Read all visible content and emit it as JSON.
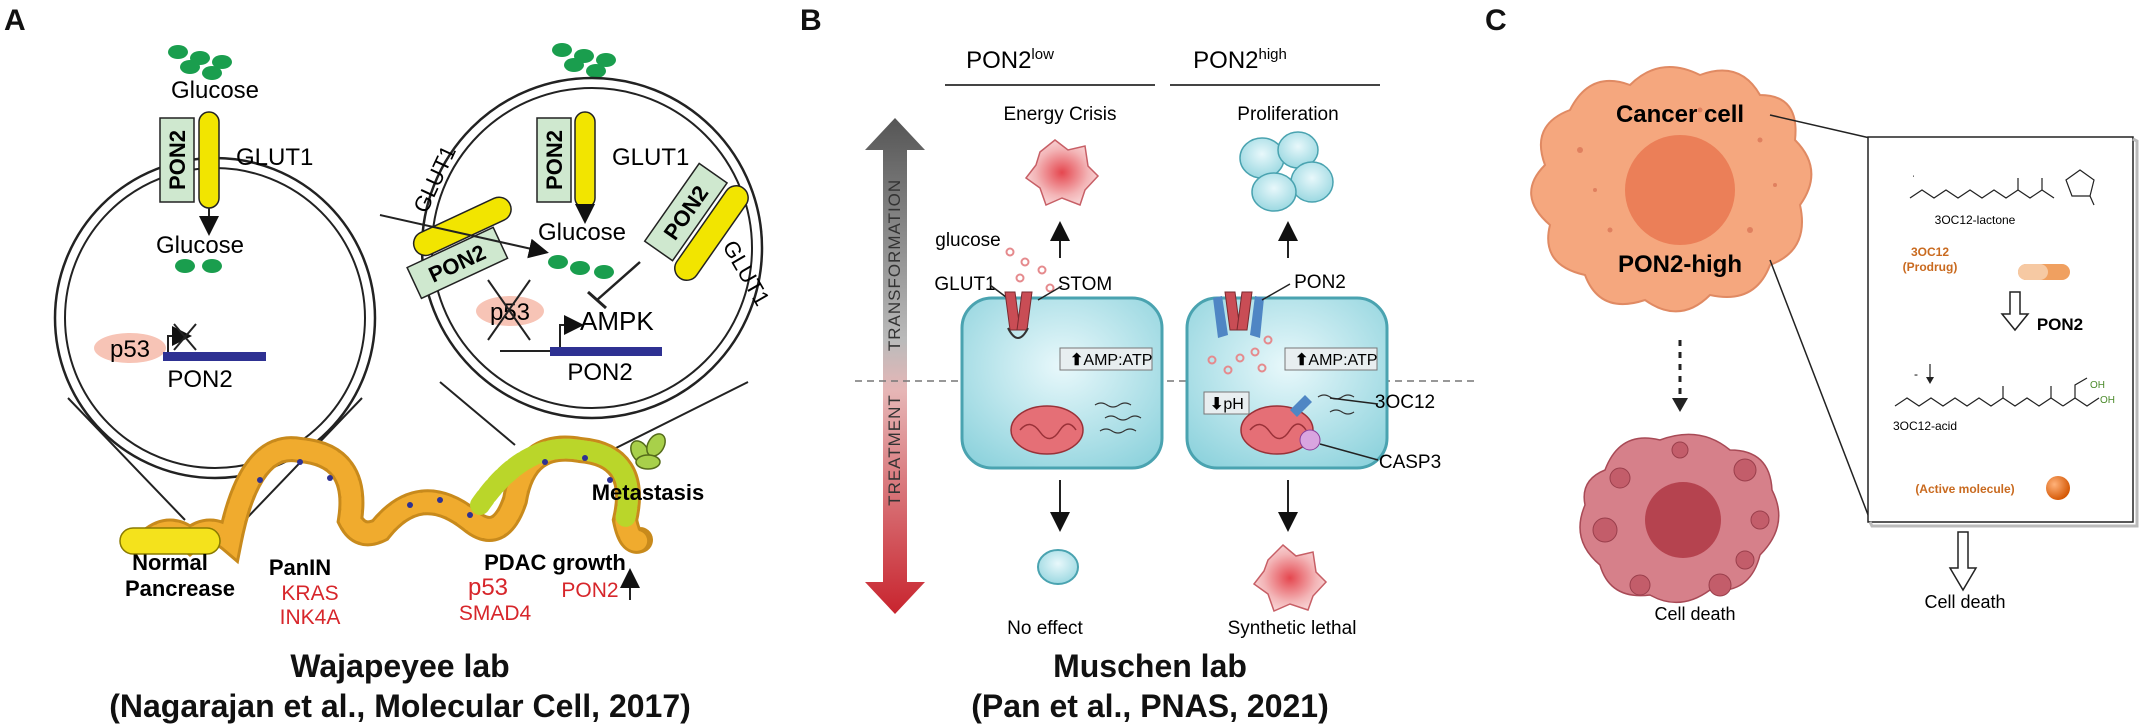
{
  "panels": {
    "a": {
      "letter": "A",
      "caption_line1": "Wajapeyee lab",
      "caption_line2": "(Nagarajan et al., Molecular Cell, 2017)",
      "left_cell": {
        "glucose_top": "Glucose",
        "pon2_box": "PON2",
        "glut1": "GLUT1",
        "glucose_inside": "Glucose",
        "p53": "p53",
        "gene": "PON2"
      },
      "right_cell": {
        "glucose_top": "Glucose",
        "pon2_box_top": "PON2",
        "glut1_top": "GLUT1",
        "glut1_left": "GLUT1",
        "pon2_box_left": "PON2",
        "glucose_inside": "Glucose",
        "pon2_box_right": "PON2",
        "glut1_right": "GLUT1",
        "p53": "p53",
        "ampk": "AMPK",
        "gene": "PON2"
      },
      "tissue": {
        "normal_line1": "Normal",
        "normal_line2": "Pancrease",
        "panin": "PanIN",
        "panin_kras": "KRAS",
        "panin_ink4a": "INK4A",
        "pdac": "PDAC growth",
        "pdac_p53": "p53",
        "pdac_smad4": "SMAD4",
        "pdac_pon2": "PON2",
        "metastasis": "Metastasis"
      }
    },
    "b": {
      "letter": "B",
      "caption_line1": "Muschen lab",
      "caption_line2": "(Pan et al., PNAS, 2021)",
      "low_header": "PON2",
      "low_header_sup": "low",
      "high_header": "PON2",
      "high_header_sup": "high",
      "transformation": "TRANSFORMATION",
      "treatment": "TREATMENT",
      "energy_crisis": "Energy Crisis",
      "proliferation": "Proliferation",
      "glucose": "glucose",
      "glut1": "GLUT1",
      "stom": "STOM",
      "pon2": "PON2",
      "amp_atp_low": "AMP:ATP",
      "amp_atp_high": "AMP:ATP",
      "ph": "pH",
      "oc12": "3OC12",
      "casp3": "CASP3",
      "no_effect": "No effect",
      "synthetic_lethal": "Synthetic lethal"
    },
    "c": {
      "letter": "C",
      "cancer_cell": "Cancer cell",
      "pon2_high": "PON2-high",
      "cell_death_left": "Cell death",
      "lactone": "3OC12-lactone",
      "prodrug_line1": "3OC12",
      "prodrug_line2": "(Prodrug)",
      "pon2": "PON2",
      "acid": "3OC12-acid",
      "active": "(Active molecule)",
      "cell_death_right": "Cell death"
    }
  },
  "colors": {
    "glucose_green": "#1a9e4e",
    "glut1_yellow": "#f2e500",
    "pon2_box": "#cfe8cf",
    "gene_blue": "#2e3192",
    "p53_pink": "#f7c4b6",
    "red_text": "#d7262b",
    "cell_cyan": "#bfe8ee",
    "cancer_orange": "#f5a77e",
    "nucleus_orange": "#eb7f58",
    "dying_cell": "#c35d6a",
    "prodrug_orange": "#c96a1f"
  }
}
